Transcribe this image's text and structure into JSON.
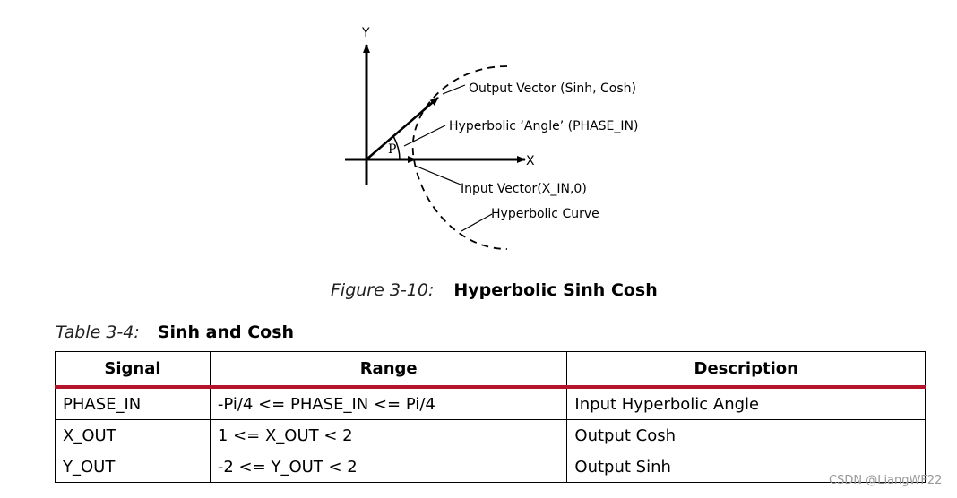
{
  "figure": {
    "labels": {
      "y_axis": "Y",
      "x_axis": "X",
      "output_vector": "Output Vector (Sinh, Cosh)",
      "hyperbolic_angle": "Hyperbolic ‘Angle’ (PHASE_IN)",
      "point_p": "P",
      "input_vector": "Input Vector(X_IN,0)",
      "hyperbolic_curve": "Hyperbolic Curve"
    },
    "caption_label": "Figure 3-10:",
    "caption_title": "Hyperbolic Sinh Cosh"
  },
  "table": {
    "caption_label": "Table 3-4:",
    "caption_title": "Sinh and Cosh",
    "header_color": "#b5152b",
    "headers": [
      "Signal",
      "Range",
      "Description"
    ],
    "rows": [
      [
        "PHASE_IN",
        "-Pi/4 <= PHASE_IN <= Pi/4",
        "Input Hyperbolic Angle"
      ],
      [
        "X_OUT",
        "1 <= X_OUT < 2",
        "Output Cosh"
      ],
      [
        "Y_OUT",
        "-2 <= Y_OUT < 2",
        "Output Sinh"
      ]
    ]
  },
  "watermark": "CSDN @LiangWF22"
}
